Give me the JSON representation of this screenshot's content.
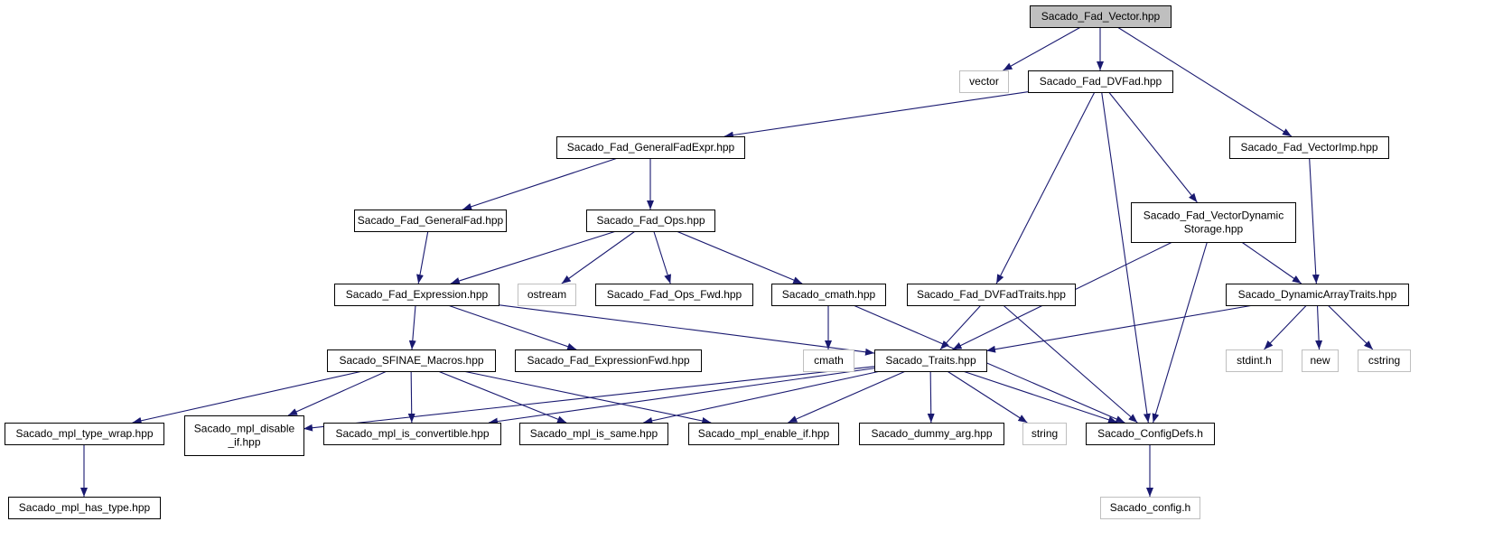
{
  "colors": {
    "edge": "#191970",
    "focus_fill": "#bfbfbf",
    "node_border": "#000000",
    "external_border": "#bfbfbf",
    "text": "#000000"
  },
  "nodes": [
    {
      "id": "vector_hpp",
      "lines": [
        "Sacado_Fad_Vector.hpp"
      ],
      "style": "focus"
    },
    {
      "id": "vector",
      "lines": [
        "vector"
      ],
      "style": "external"
    },
    {
      "id": "dvfad",
      "lines": [
        "Sacado_Fad_DVFad.hpp"
      ],
      "style": "normal"
    },
    {
      "id": "vectorimp",
      "lines": [
        "Sacado_Fad_VectorImp.hpp"
      ],
      "style": "normal"
    },
    {
      "id": "genfadexpr",
      "lines": [
        "Sacado_Fad_GeneralFadExpr.hpp"
      ],
      "style": "normal"
    },
    {
      "id": "vecdynstor",
      "lines": [
        "Sacado_Fad_VectorDynamic",
        "Storage.hpp"
      ],
      "style": "normal"
    },
    {
      "id": "genfad",
      "lines": [
        "Sacado_Fad_GeneralFad.hpp"
      ],
      "style": "normal"
    },
    {
      "id": "ops",
      "lines": [
        "Sacado_Fad_Ops.hpp"
      ],
      "style": "normal"
    },
    {
      "id": "expression",
      "lines": [
        "Sacado_Fad_Expression.hpp"
      ],
      "style": "normal"
    },
    {
      "id": "ostream",
      "lines": [
        "ostream"
      ],
      "style": "external"
    },
    {
      "id": "opsfwd",
      "lines": [
        "Sacado_Fad_Ops_Fwd.hpp"
      ],
      "style": "normal"
    },
    {
      "id": "cmath_hpp",
      "lines": [
        "Sacado_cmath.hpp"
      ],
      "style": "normal"
    },
    {
      "id": "dvfadtraits",
      "lines": [
        "Sacado_Fad_DVFadTraits.hpp"
      ],
      "style": "normal"
    },
    {
      "id": "dynarrtraits",
      "lines": [
        "Sacado_DynamicArrayTraits.hpp"
      ],
      "style": "normal"
    },
    {
      "id": "sfinae",
      "lines": [
        "Sacado_SFINAE_Macros.hpp"
      ],
      "style": "normal"
    },
    {
      "id": "exprfwd",
      "lines": [
        "Sacado_Fad_ExpressionFwd.hpp"
      ],
      "style": "normal"
    },
    {
      "id": "cmath",
      "lines": [
        "cmath"
      ],
      "style": "external"
    },
    {
      "id": "traits",
      "lines": [
        "Sacado_Traits.hpp"
      ],
      "style": "normal"
    },
    {
      "id": "stdint",
      "lines": [
        "stdint.h"
      ],
      "style": "external"
    },
    {
      "id": "new",
      "lines": [
        "new"
      ],
      "style": "external"
    },
    {
      "id": "cstring",
      "lines": [
        "cstring"
      ],
      "style": "external"
    },
    {
      "id": "typewrap",
      "lines": [
        "Sacado_mpl_type_wrap.hpp"
      ],
      "style": "normal"
    },
    {
      "id": "disableif",
      "lines": [
        "Sacado_mpl_disable",
        "_if.hpp"
      ],
      "style": "normal"
    },
    {
      "id": "isconv",
      "lines": [
        "Sacado_mpl_is_convertible.hpp"
      ],
      "style": "normal"
    },
    {
      "id": "issame",
      "lines": [
        "Sacado_mpl_is_same.hpp"
      ],
      "style": "normal"
    },
    {
      "id": "enableif",
      "lines": [
        "Sacado_mpl_enable_if.hpp"
      ],
      "style": "normal"
    },
    {
      "id": "dummyarg",
      "lines": [
        "Sacado_dummy_arg.hpp"
      ],
      "style": "normal"
    },
    {
      "id": "string",
      "lines": [
        "string"
      ],
      "style": "external"
    },
    {
      "id": "configdefs",
      "lines": [
        "Sacado_ConfigDefs.h"
      ],
      "style": "normal"
    },
    {
      "id": "hastype",
      "lines": [
        "Sacado_mpl_has_type.hpp"
      ],
      "style": "normal"
    },
    {
      "id": "config",
      "lines": [
        "Sacado_config.h"
      ],
      "style": "external"
    }
  ],
  "edges": [
    [
      "vector_hpp",
      "vector"
    ],
    [
      "vector_hpp",
      "dvfad"
    ],
    [
      "vector_hpp",
      "vectorimp"
    ],
    [
      "dvfad",
      "genfadexpr"
    ],
    [
      "dvfad",
      "dvfadtraits"
    ],
    [
      "dvfad",
      "configdefs"
    ],
    [
      "dvfad",
      "vecdynstor"
    ],
    [
      "genfadexpr",
      "genfad"
    ],
    [
      "genfadexpr",
      "ops"
    ],
    [
      "genfad",
      "expression"
    ],
    [
      "ops",
      "expression"
    ],
    [
      "ops",
      "ostream"
    ],
    [
      "ops",
      "opsfwd"
    ],
    [
      "ops",
      "cmath_hpp"
    ],
    [
      "expression",
      "sfinae"
    ],
    [
      "expression",
      "exprfwd"
    ],
    [
      "expression",
      "traits"
    ],
    [
      "cmath_hpp",
      "cmath"
    ],
    [
      "cmath_hpp",
      "configdefs"
    ],
    [
      "dvfadtraits",
      "traits"
    ],
    [
      "dvfadtraits",
      "configdefs"
    ],
    [
      "vecdynstor",
      "traits"
    ],
    [
      "vecdynstor",
      "configdefs"
    ],
    [
      "vecdynstor",
      "dynarrtraits"
    ],
    [
      "vectorimp",
      "dynarrtraits"
    ],
    [
      "dynarrtraits",
      "traits"
    ],
    [
      "dynarrtraits",
      "stdint"
    ],
    [
      "dynarrtraits",
      "new"
    ],
    [
      "dynarrtraits",
      "cstring"
    ],
    [
      "sfinae",
      "typewrap"
    ],
    [
      "sfinae",
      "disableif"
    ],
    [
      "sfinae",
      "isconv"
    ],
    [
      "sfinae",
      "issame"
    ],
    [
      "sfinae",
      "enableif"
    ],
    [
      "traits",
      "disableif"
    ],
    [
      "traits",
      "isconv"
    ],
    [
      "traits",
      "issame"
    ],
    [
      "traits",
      "enableif"
    ],
    [
      "traits",
      "dummyarg"
    ],
    [
      "traits",
      "string"
    ],
    [
      "traits",
      "configdefs"
    ],
    [
      "typewrap",
      "hastype"
    ],
    [
      "configdefs",
      "config"
    ]
  ]
}
